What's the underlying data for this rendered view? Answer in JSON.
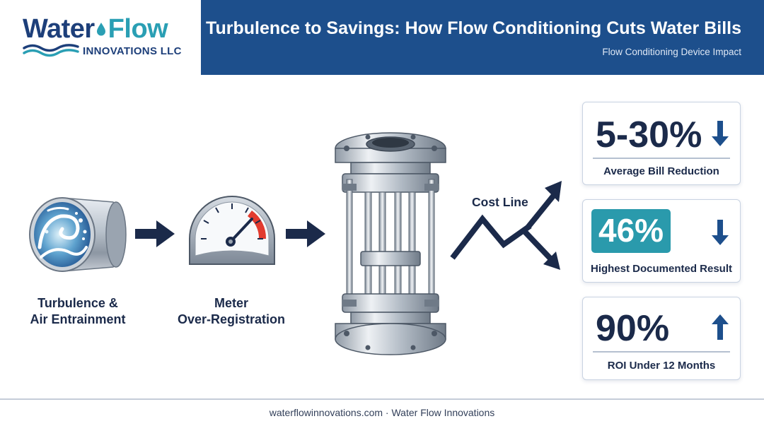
{
  "brand": {
    "word_part1": "Water",
    "word_part2": "Flow",
    "subline": "INNOVATIONS LLC",
    "colors": {
      "navy": "#1d3f7a",
      "teal": "#2a9fb4"
    }
  },
  "header": {
    "title": "Turbulence to Savings: How Flow Conditioning Cuts Water Bills",
    "subtitle": "Flow Conditioning Device Impact",
    "bar_color": "#1d4f8c"
  },
  "flow": {
    "stages": [
      {
        "label_line1": "Turbulence &",
        "label_line2": "Air Entrainment",
        "icon": "turbulent-pipe-icon"
      },
      {
        "label_line1": "Meter",
        "label_line2": "Over-Registration",
        "icon": "water-meter-gauge-icon"
      },
      {
        "icon": "flow-conditioner-device-icon"
      }
    ],
    "cost_line_label": "Cost Line"
  },
  "stats": [
    {
      "value": "5-30%",
      "label": "Average Bill Reduction",
      "direction": "down",
      "highlight": false
    },
    {
      "value": "46%",
      "label": "Highest Documented Result",
      "direction": "down",
      "highlight": true,
      "highlight_color": "#2a9aac"
    },
    {
      "value": "90%",
      "label": "ROI Under 12 Months",
      "direction": "up",
      "highlight": false
    }
  ],
  "footer": {
    "text": "waterflowinnovations.com · Water Flow Innovations"
  }
}
